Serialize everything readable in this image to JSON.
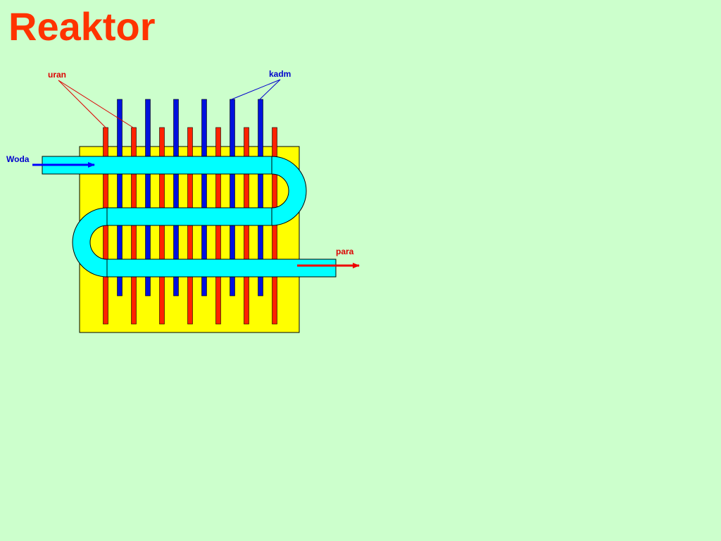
{
  "slide": {
    "title": "Reaktor"
  },
  "labels": {
    "uranium": "uran",
    "cadmium": "kadm",
    "water_in": "Woda",
    "steam_out": "para"
  },
  "colors": {
    "background": "#ccffcc",
    "title": "#ff3300",
    "core": "#ffff00",
    "uranium_rod": "#ff2200",
    "cadmium_rod": "#0011dd",
    "pipe": "#00ffff",
    "water_arrow": "#0000ff",
    "steam_arrow": "#ee0000",
    "label_red": "#dd0000",
    "label_blue": "#0000cc"
  }
}
